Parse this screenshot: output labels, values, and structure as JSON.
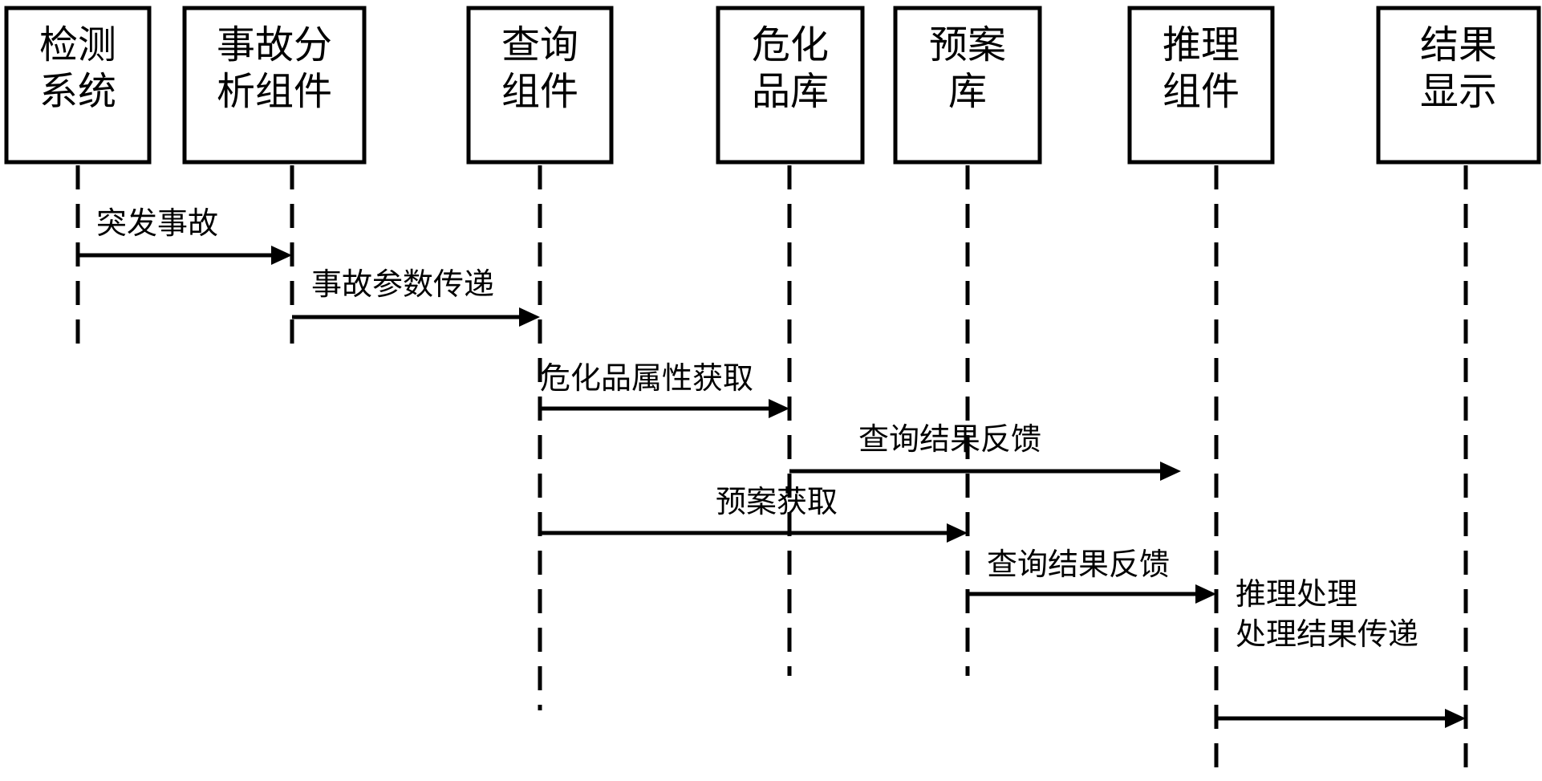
{
  "participants": [
    {
      "id": "detect",
      "line1": "检测",
      "line2": "系统"
    },
    {
      "id": "accident",
      "line1": "事故分",
      "line2": "析组件"
    },
    {
      "id": "query",
      "line1": "查询",
      "line2": "组件"
    },
    {
      "id": "chem",
      "line1": "危化",
      "line2": "品库"
    },
    {
      "id": "plan",
      "line1": "预案",
      "line2": "库"
    },
    {
      "id": "reason",
      "line1": "推理",
      "line2": "组件"
    },
    {
      "id": "display",
      "line1": "结果",
      "line2": "显示"
    }
  ],
  "messages": [
    {
      "id": "m1",
      "label": "突发事故"
    },
    {
      "id": "m2",
      "label": "事故参数传递"
    },
    {
      "id": "m3",
      "label": "危化品属性获取"
    },
    {
      "id": "m4",
      "label": "查询结果反馈"
    },
    {
      "id": "m5",
      "label": "预案获取"
    },
    {
      "id": "m6",
      "label": "查询结果反馈"
    },
    {
      "id": "m7",
      "label": "推理处理"
    },
    {
      "id": "m8",
      "label": "处理结果传递"
    }
  ]
}
